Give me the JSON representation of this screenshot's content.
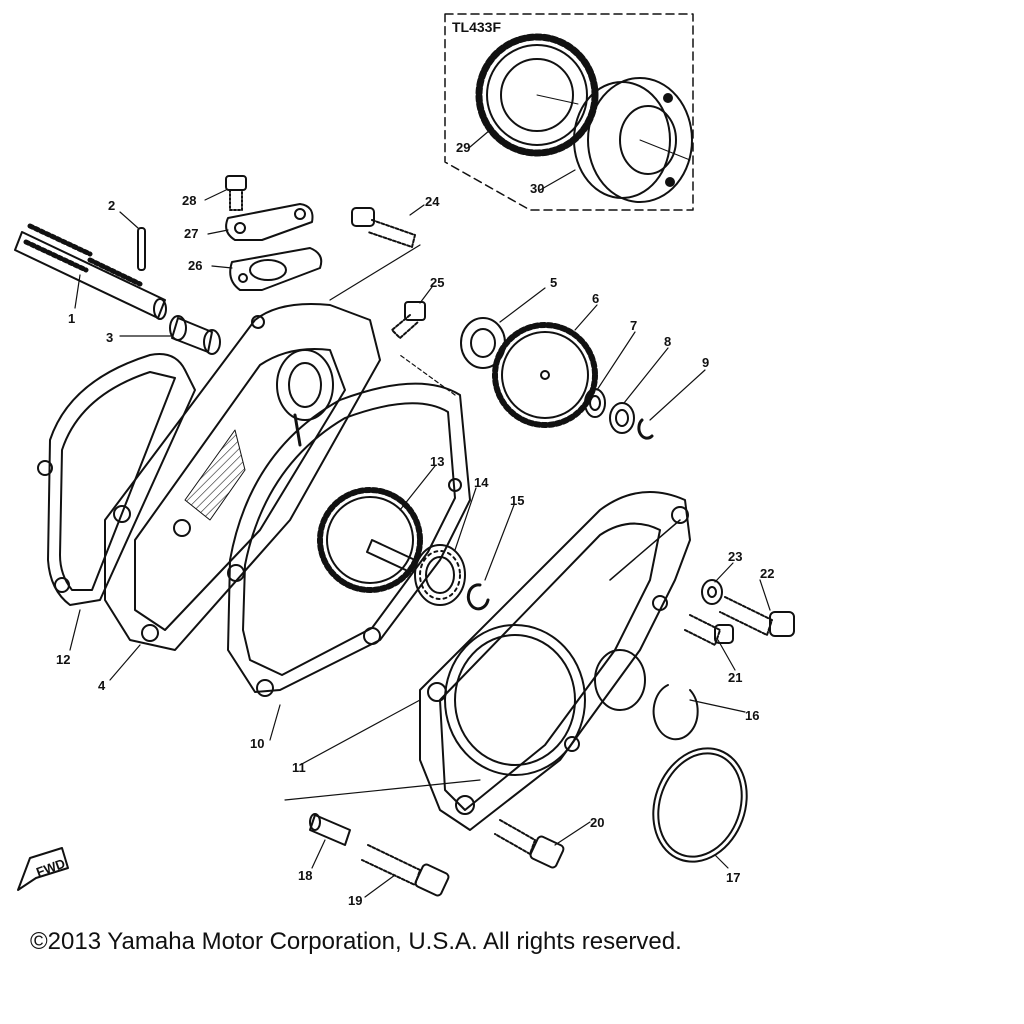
{
  "kit_label": "TL433F",
  "fwd_label": "FWD",
  "copyright": "©2013 Yamaha Motor Corporation, U.S.A. All rights reserved.",
  "callouts": [
    "1",
    "2",
    "3",
    "4",
    "5",
    "6",
    "7",
    "8",
    "9",
    "10",
    "11",
    "12",
    "13",
    "14",
    "15",
    "16",
    "17",
    "18",
    "19",
    "20",
    "21",
    "22",
    "23",
    "24",
    "25",
    "26",
    "27",
    "28",
    "29",
    "30"
  ]
}
